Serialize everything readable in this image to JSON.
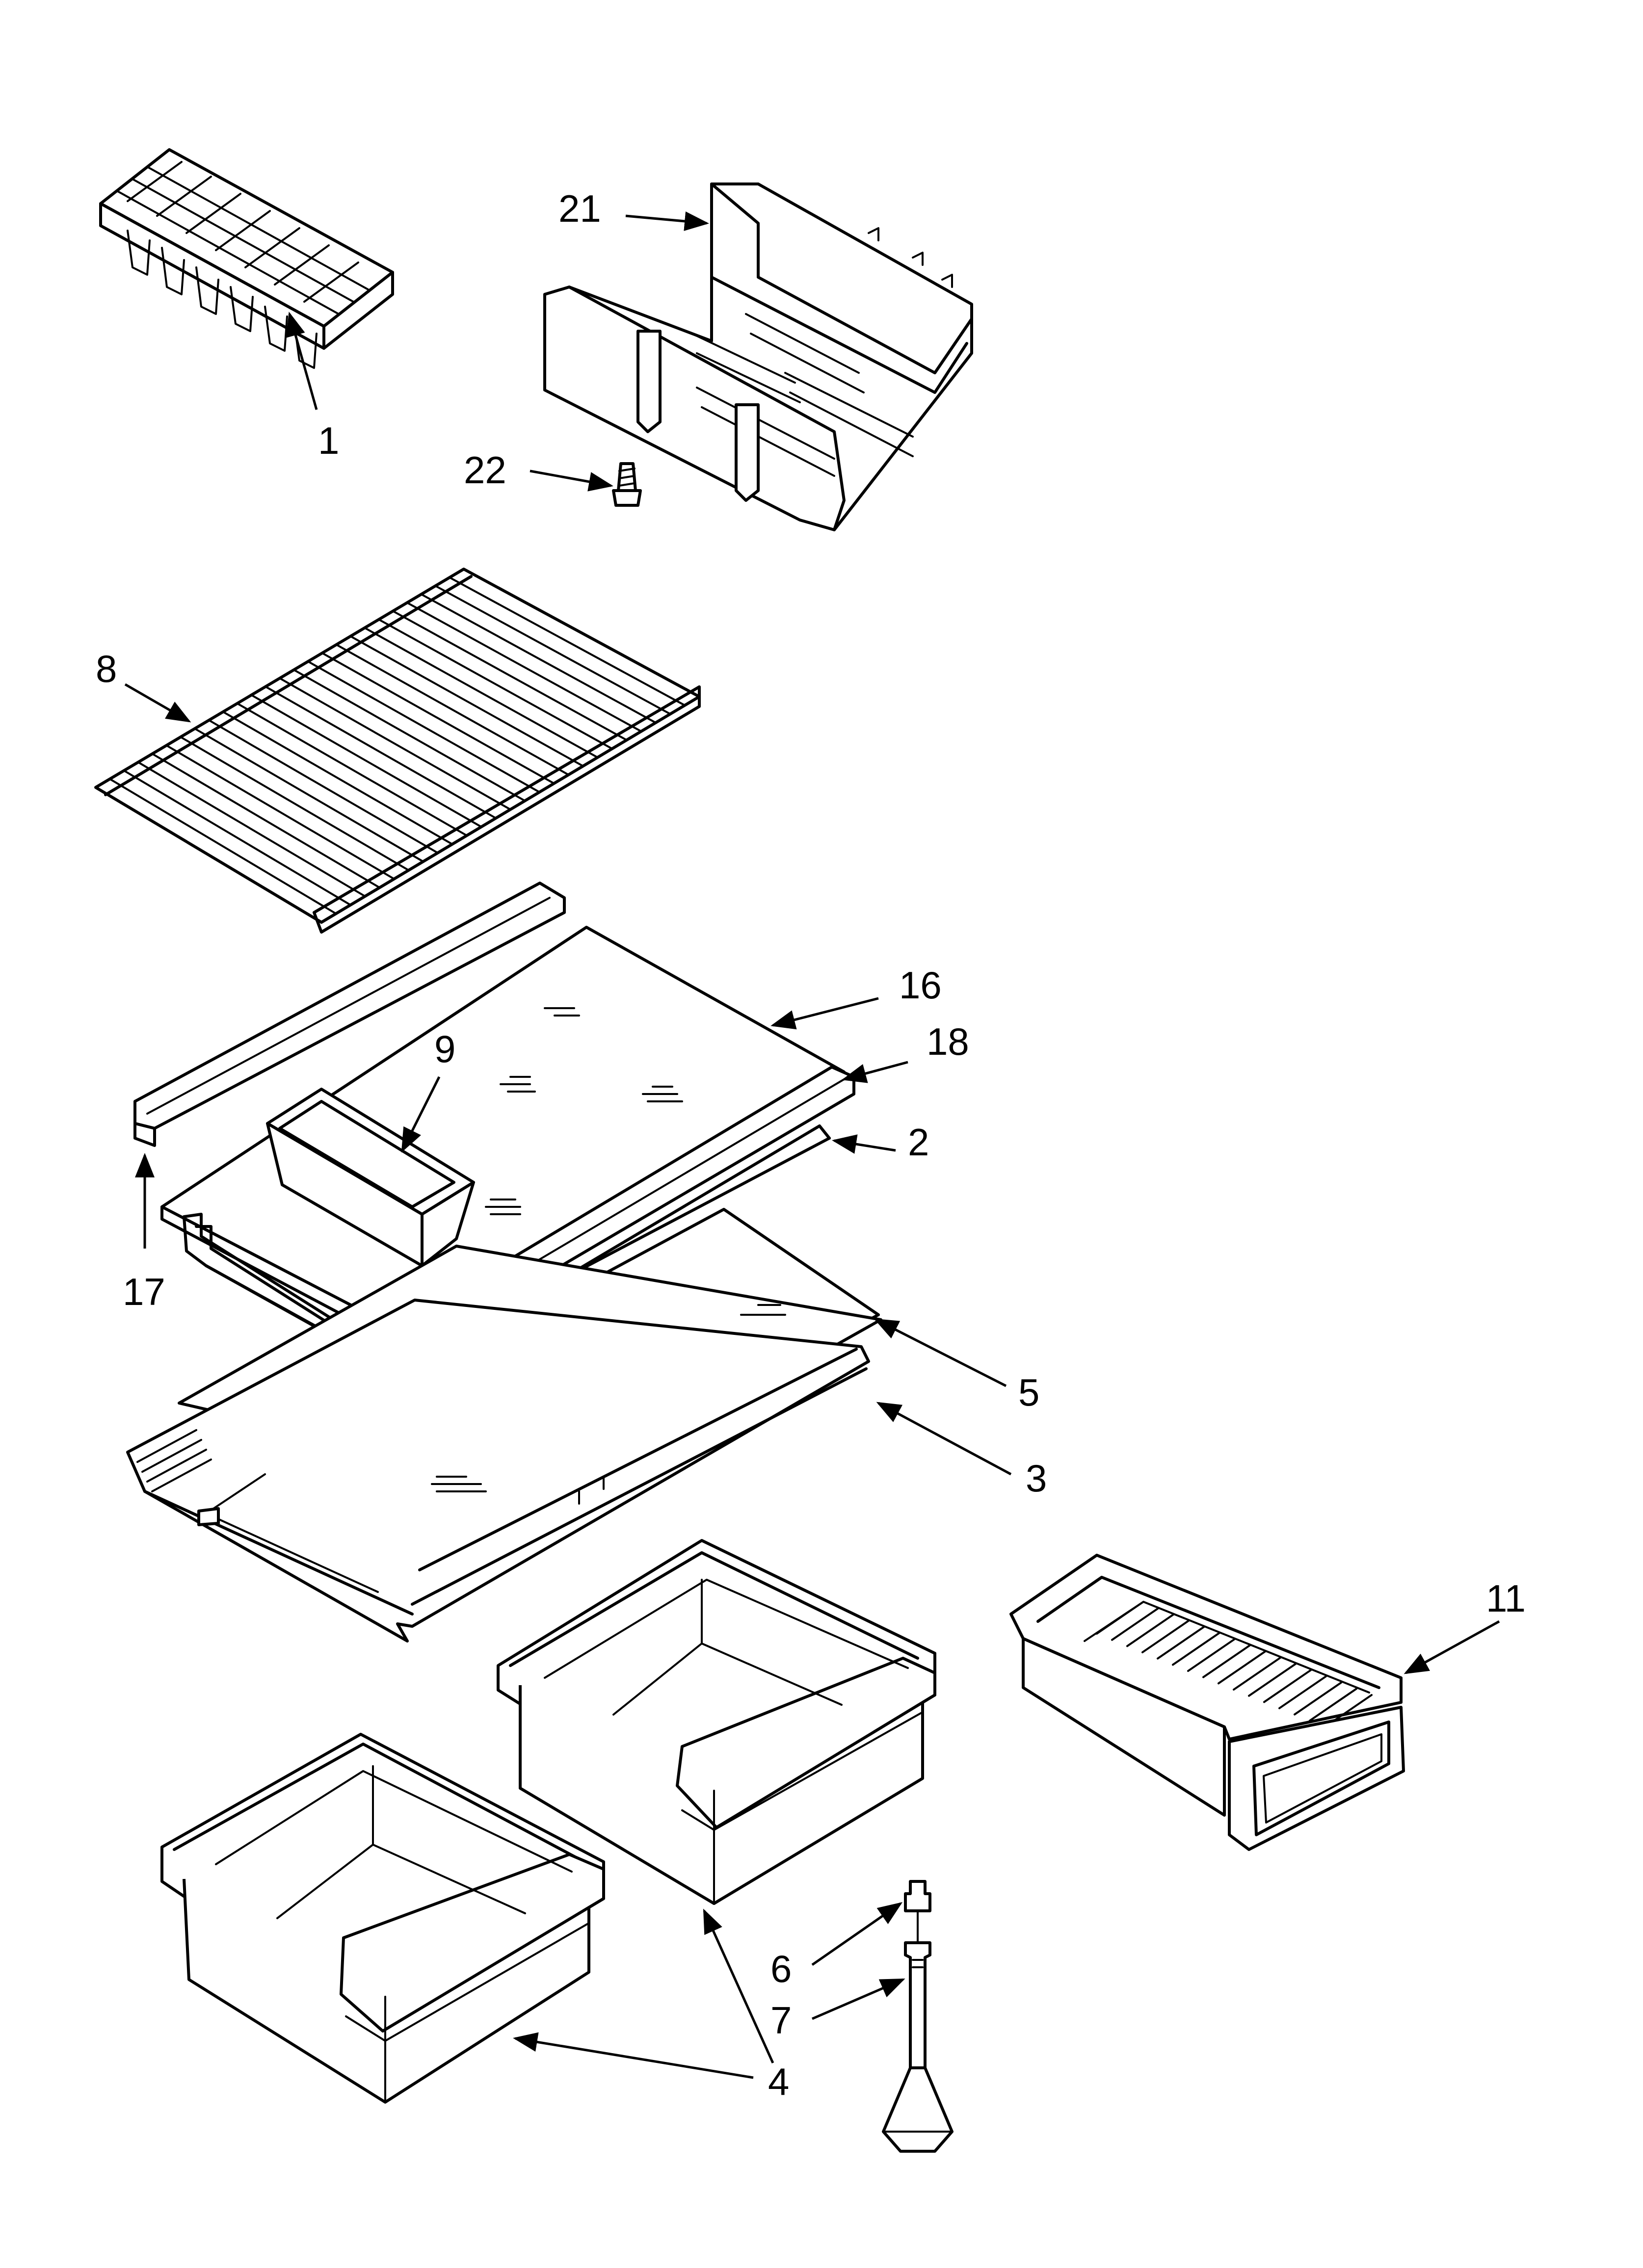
{
  "callouts": {
    "c1": "1",
    "c2": "2",
    "c3": "3",
    "c4": "4",
    "c5": "5",
    "c6": "6",
    "c7": "7",
    "c8": "8",
    "c9": "9",
    "c11": "11",
    "c16": "16",
    "c17": "17",
    "c18": "18",
    "c21": "21",
    "c22": "22"
  }
}
